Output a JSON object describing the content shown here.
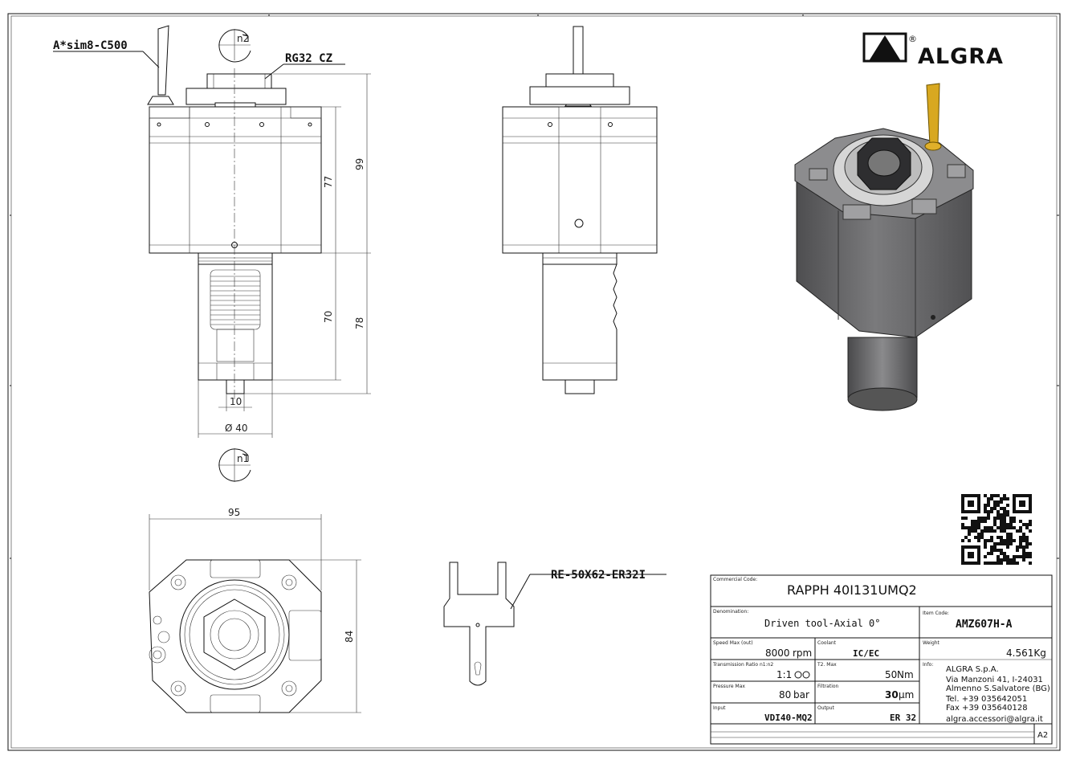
{
  "brand": {
    "name": "ALGRA",
    "registered": "®"
  },
  "callouts": {
    "coolant_tube": "A*sim8-C500",
    "collet_nut": "RG32 CZ",
    "wrench": "RE-50X62-ER32I",
    "rotation_top": "n2",
    "rotation_bottom": "n1"
  },
  "dimensions": {
    "height_total_upper": "99",
    "height_body": "77",
    "height_shank": "70",
    "height_shank_total": "78",
    "key_width": "10",
    "shank_diameter": "Ø 40",
    "width": "95",
    "depth": "84"
  },
  "title_block": {
    "commercial_code_label": "Commercial Code:",
    "commercial_code": "RAPPH 40I131UMQ2",
    "denomination_label": "Denomination:",
    "denomination": "Driven tool-Axial 0°",
    "item_code_label": "Item Code:",
    "item_code": "AMZ607H-A",
    "speed_label": "Speed Max (out)",
    "speed_value": "8000",
    "speed_unit": "rpm",
    "coolant_label": "Coolant",
    "coolant_value": "IC/EC",
    "weight_label": "Weight",
    "weight_value": "4.561Kg",
    "ratio_label": "Transmission Ratio n1:n2",
    "ratio_value": "1:1",
    "torque_label": "T2. Max",
    "torque_value": "50",
    "torque_unit": "Nm",
    "info_label": "Info:",
    "pressure_label": "Pressure Max",
    "pressure_value": "80",
    "pressure_unit": "bar",
    "filtration_label": "Filtration",
    "filtration_value": "30",
    "filtration_unit": "µm",
    "input_label": "Input",
    "input_value": "VDI40-MQ2",
    "output_label": "Output",
    "output_value": "ER 32",
    "company": "ALGRA S.p.A.",
    "address1": "Via Manzoni 41, I-24031",
    "address2": "Almenno S.Salvatore (BG)",
    "tel": "Tel. +39 035642051",
    "fax": "Fax +39 035640128",
    "email": "algra.accessori@algra.it",
    "sheet_size": "A2"
  },
  "colors": {
    "line": "#111111",
    "part_gray": "#6e6e70",
    "coolant_yellow": "#d8a820"
  }
}
